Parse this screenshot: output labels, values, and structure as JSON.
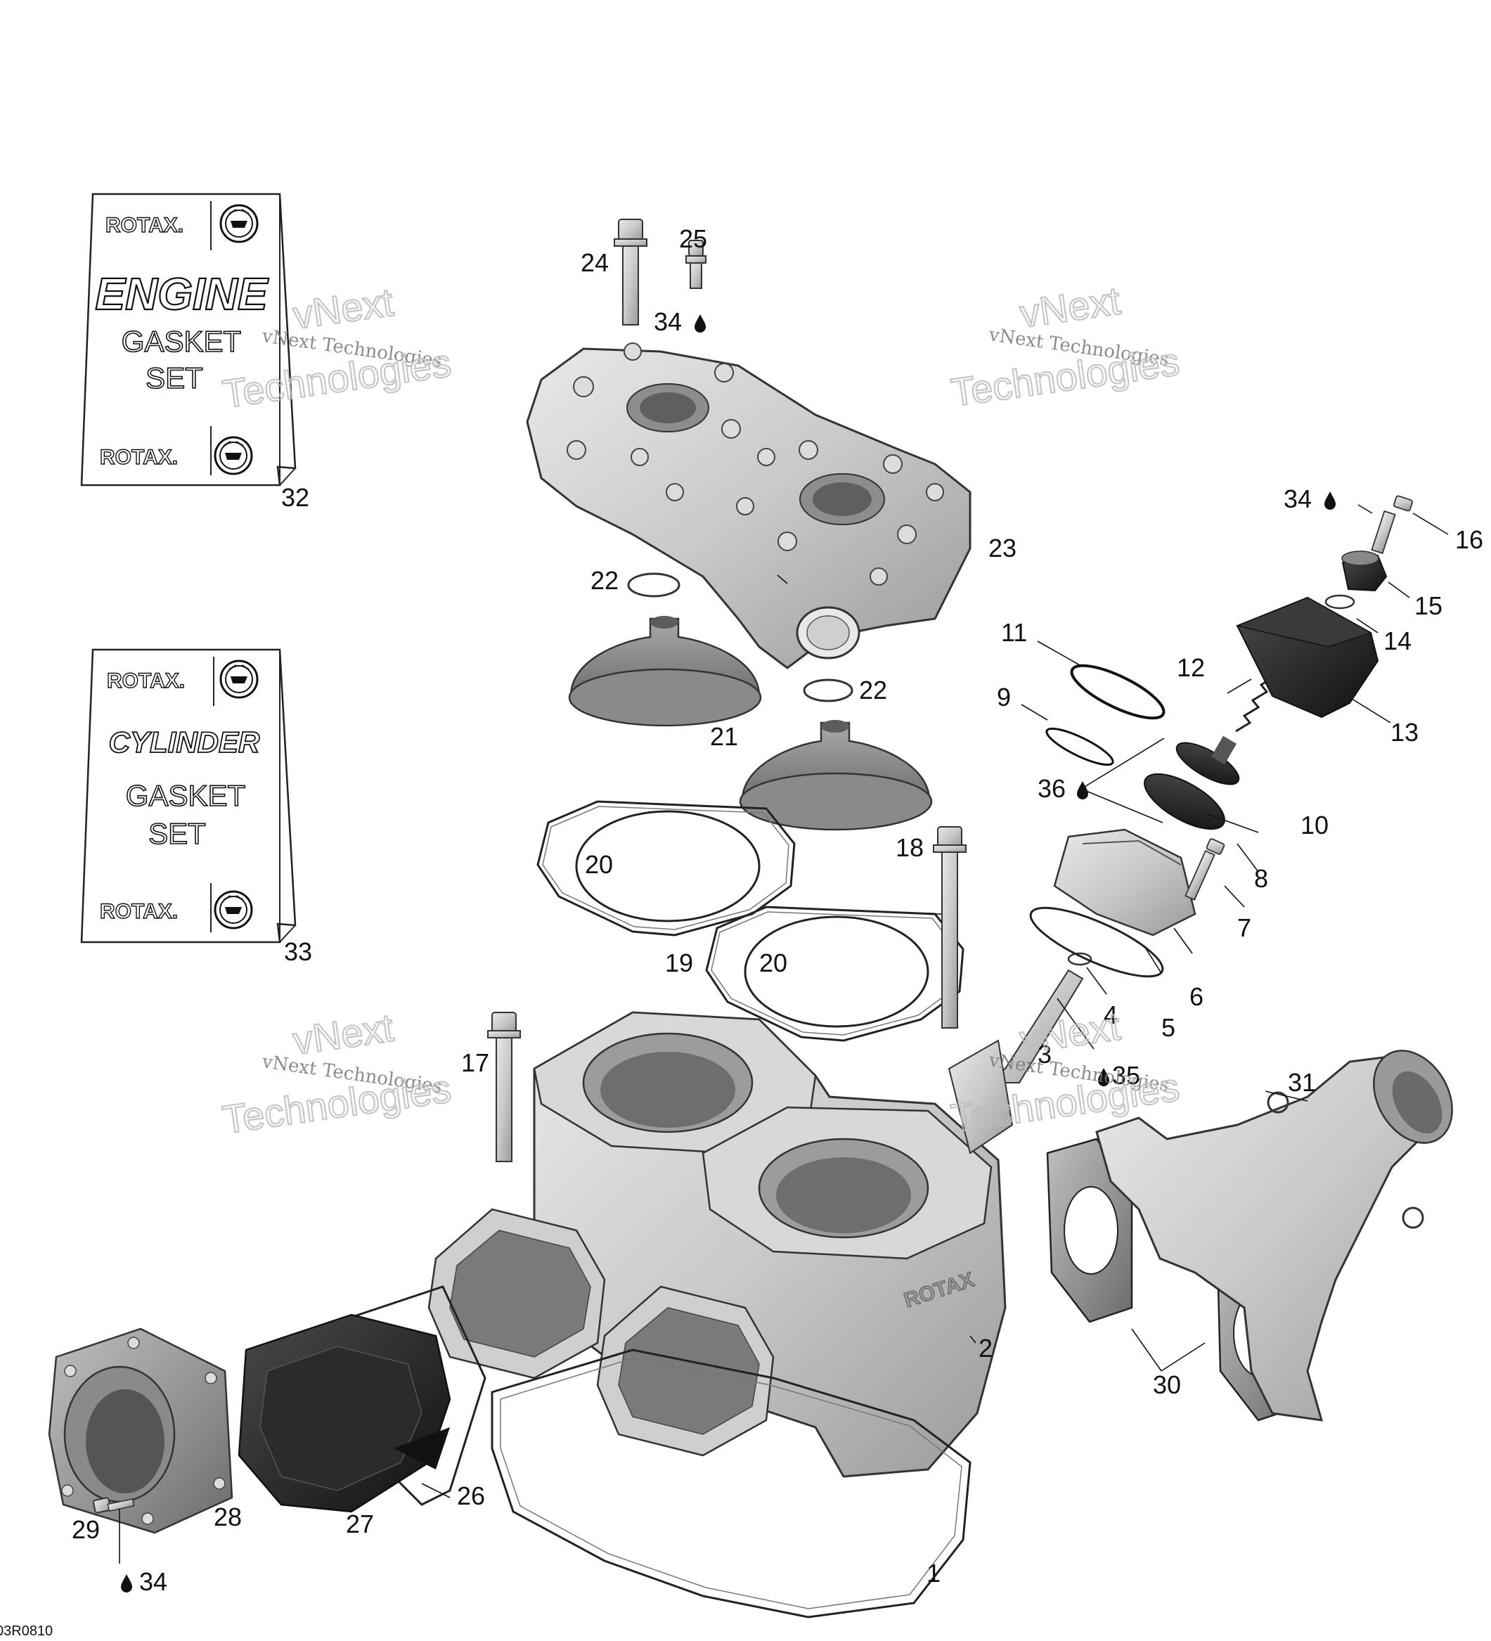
{
  "diagram_code": "03R0810",
  "watermark": {
    "line1": "vNext Technologies",
    "line2": "vNext",
    "line3": "Technologies"
  },
  "labels": {
    "engine_set": {
      "brand_top": "ROTAX.",
      "word1": "ENGINE",
      "word2": "GASKET",
      "word3": "SET",
      "brand_bottom": "ROTAX."
    },
    "cylinder_set": {
      "brand_top": "ROTAX.",
      "word1": "CYLINDER",
      "word2": "GASKET",
      "word3": "SET",
      "brand_bottom": "ROTAX."
    }
  },
  "cylinder_stamp": "ROTAX",
  "callouts": {
    "c1": "1",
    "c2": "2",
    "c3": "3",
    "c4": "4",
    "c5": "5",
    "c6": "6",
    "c7": "7",
    "c8": "8",
    "c9": "9",
    "c10": "10",
    "c11": "11",
    "c12": "12",
    "c13": "13",
    "c14": "14",
    "c15": "15",
    "c16": "16",
    "c17": "17",
    "c18": "18",
    "c19": "19",
    "c20a": "20",
    "c20b": "20",
    "c21": "21",
    "c22a": "22",
    "c22b": "22",
    "c23": "23",
    "c24": "24",
    "c25": "25",
    "c26": "26",
    "c27": "27",
    "c28": "28",
    "c29": "29",
    "c30": "30",
    "c31": "31",
    "c32": "32",
    "c33": "33",
    "c34a": "34",
    "c34b": "34",
    "c34c": "34",
    "c35": "35",
    "c36": "36"
  },
  "icons": {
    "lubricant": "oil-drop-icon",
    "brp_badge": "brp-logo-icon"
  }
}
